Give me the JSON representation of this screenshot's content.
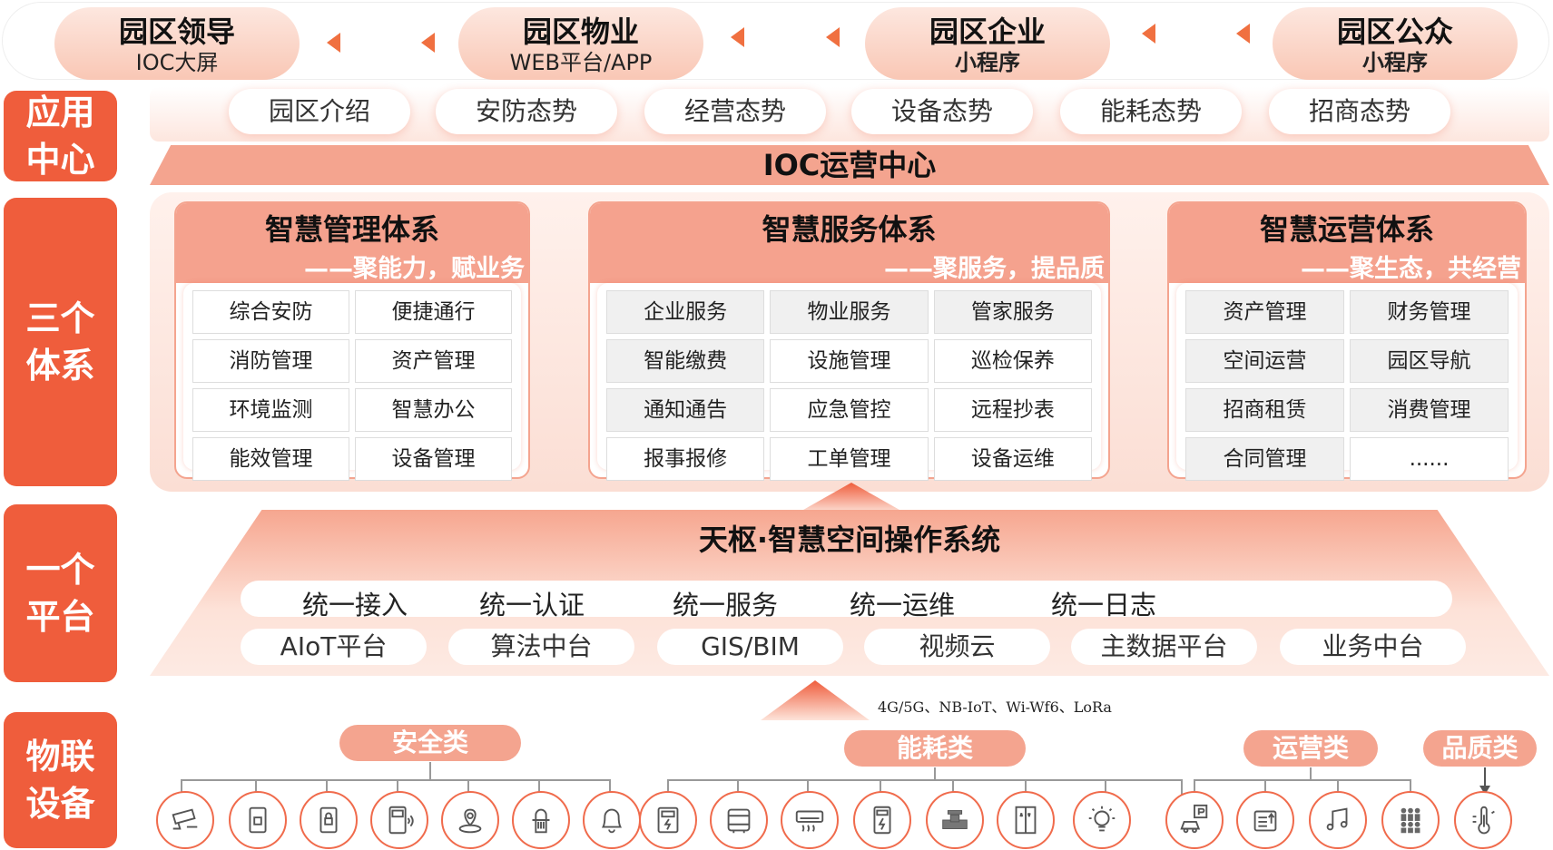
{
  "users": [
    {
      "title": "园区领导",
      "sub": "IOC大屏"
    },
    {
      "title": "园区物业",
      "sub": "WEB平台/APP"
    },
    {
      "title": "园区企业",
      "sub": "小程序"
    },
    {
      "title": "园区公众",
      "sub": "小程序"
    }
  ],
  "side_labels": {
    "app": "应用\n中心",
    "three": "三个\n体系",
    "one": "一个\n平台",
    "iot": "物联\n设备"
  },
  "app_center": {
    "items": [
      "园区介绍",
      "安防态势",
      "经营态势",
      "设备态势",
      "能耗态势",
      "招商态势"
    ],
    "ioc": "IOC运营中心"
  },
  "systems": [
    {
      "title": "智慧管理体系",
      "slogan": "——聚能力，赋业务",
      "cells": [
        "综合安防",
        "便捷通行",
        "消防管理",
        "资产管理",
        "环境监测",
        "智慧办公",
        "能效管理",
        "设备管理"
      ]
    },
    {
      "title": "智慧服务体系",
      "slogan": "——聚服务，提品质",
      "cells": [
        "企业服务",
        "物业服务",
        "管家服务",
        "智能缴费",
        "设施管理",
        "巡检保养",
        "通知通告",
        "应急管控",
        "远程抄表",
        "报事报修",
        "工单管理",
        "设备运维"
      ]
    },
    {
      "title": "智慧运营体系",
      "slogan": "——聚生态，共经营",
      "cells": [
        "资产管理",
        "财务管理",
        "空间运营",
        "园区导航",
        "招商租赁",
        "消费管理",
        "合同管理",
        "......"
      ]
    }
  ],
  "platform": {
    "title": "天枢·智慧空间操作系统",
    "unified": [
      "统一接入",
      "统一认证",
      "统一服务",
      "统一运维",
      "统一日志"
    ],
    "modules": [
      "AIoT平台",
      "算法中台",
      "GIS/BIM",
      "视频云",
      "主数据平台",
      "业务中台"
    ]
  },
  "protocol": "4G/5G、NB-IoT、Wi-Wf6、LoRa",
  "iot": {
    "categories": [
      "安全类",
      "能耗类",
      "运营类",
      "品质类"
    ],
    "icons": {
      "security": [
        "camera-icon",
        "access-card-icon",
        "door-lock-icon",
        "intercom-icon",
        "patrol-location-icon",
        "fire-hydrant-icon",
        "alarm-bell-icon"
      ],
      "energy": [
        "electric-meter-icon",
        "water-heater-icon",
        "air-conditioner-icon",
        "power-meter-icon",
        "water-valve-icon",
        "elevator-icon",
        "smart-light-icon"
      ],
      "operation": [
        "parking-icon",
        "signage-icon",
        "music-icon",
        "people-counter-icon"
      ],
      "quality": [
        "environment-sensor-icon"
      ]
    }
  },
  "colors": {
    "accent": "#ef5d3c",
    "light": "#f4a48f",
    "pale": "#fde7df"
  }
}
